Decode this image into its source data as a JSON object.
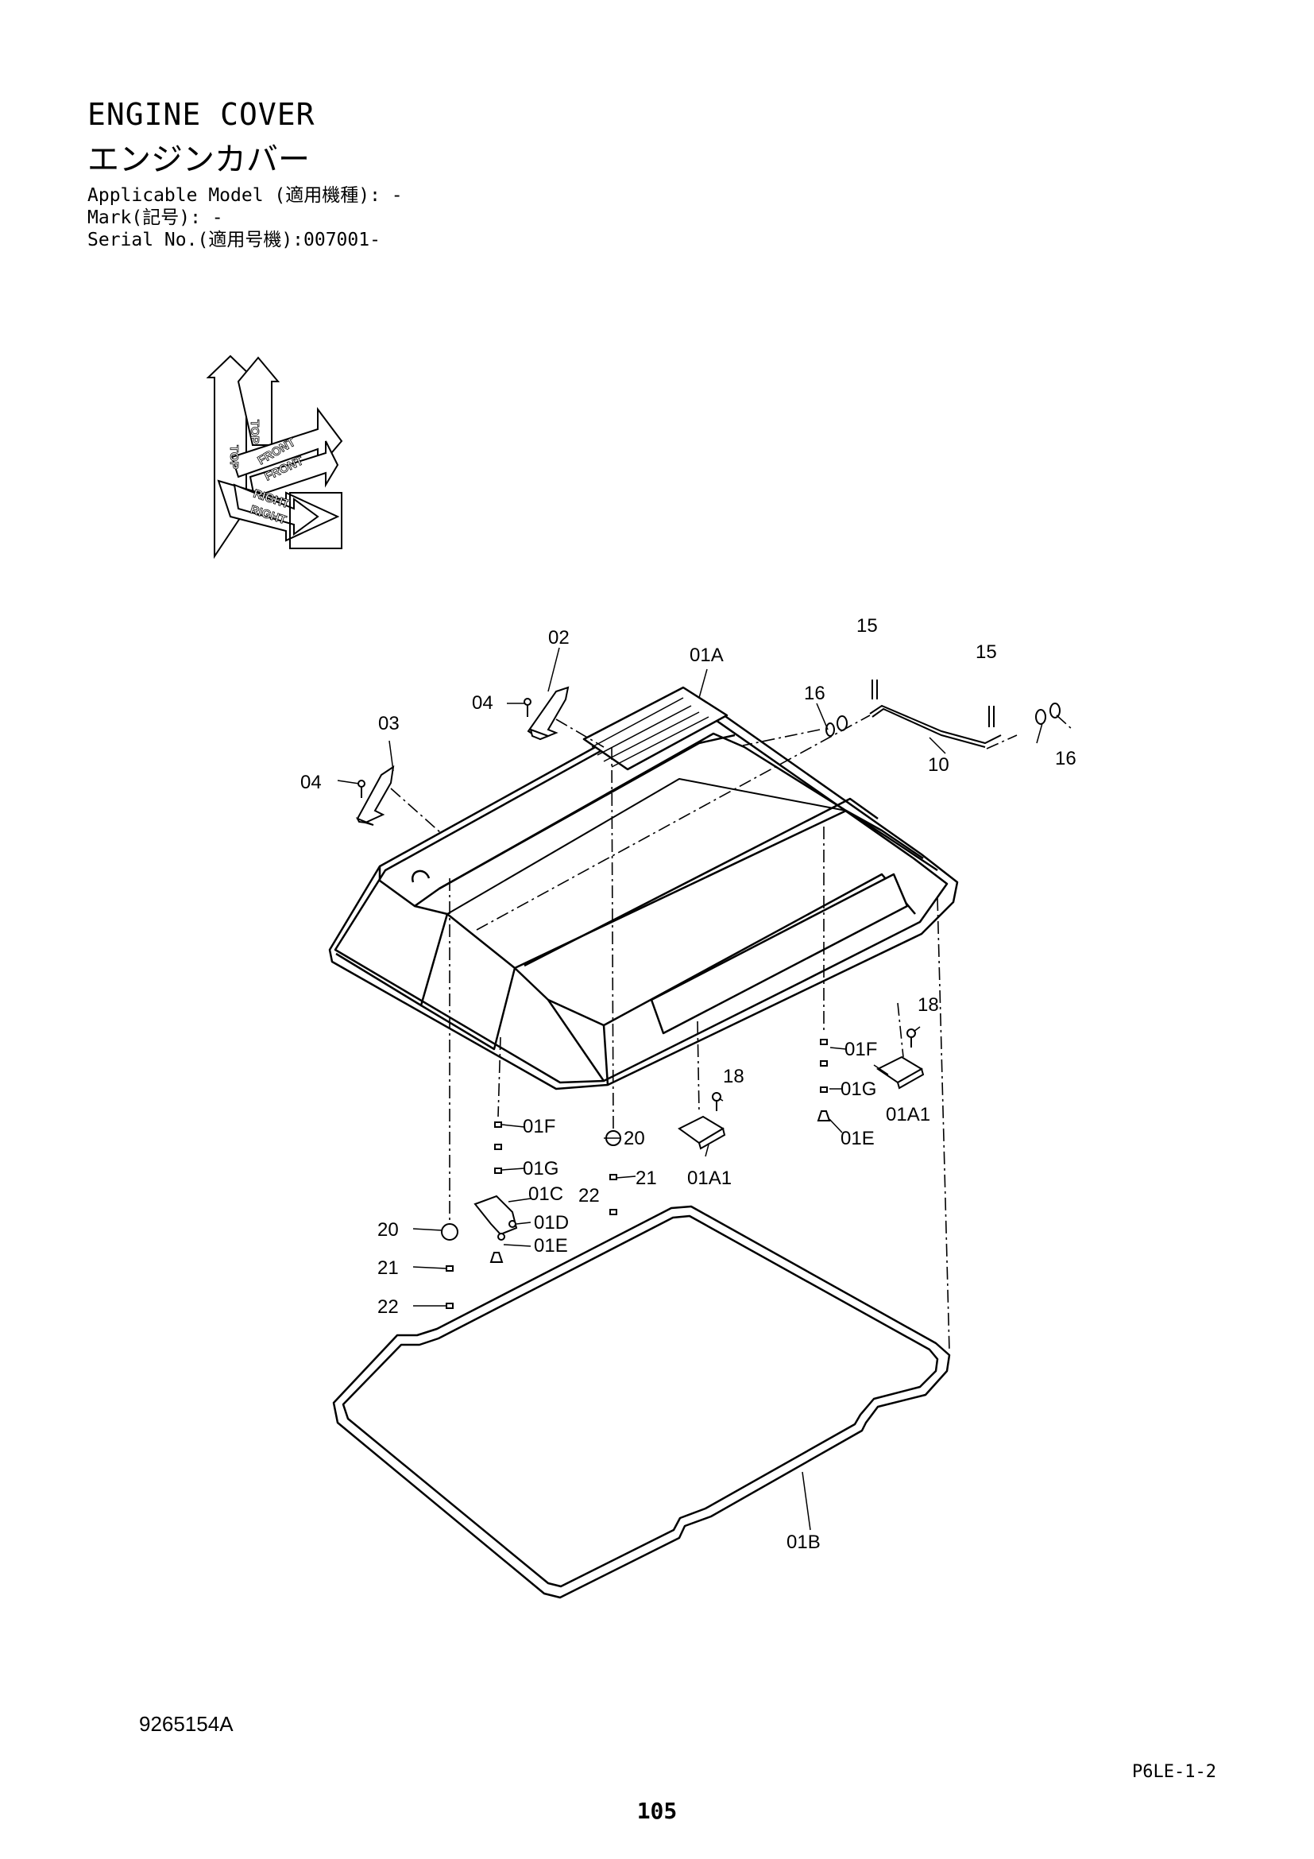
{
  "header": {
    "title_en": "ENGINE COVER",
    "title_jp": "エンジンカバー",
    "applicable_model": "Applicable Model (適用機種): -",
    "mark": "Mark(記号): -",
    "serial_no": "Serial No.(適用号機):007001-"
  },
  "orientation": {
    "top_label": "TOP",
    "front_label": "FRONT",
    "right_label": "RIGHT"
  },
  "callouts": {
    "c02": "02",
    "c01A": "01A",
    "c15a": "15",
    "c15b": "15",
    "c16a": "16",
    "c16b": "16",
    "c04a": "04",
    "c03": "03",
    "c04b": "04",
    "c10": "10",
    "c18a": "18",
    "c01F_r": "01F",
    "c01G_r": "01G",
    "c01A1_r": "01A1",
    "c01E_r": "01E",
    "c18b": "18",
    "c01F_l": "01F",
    "c20_c": "20",
    "c01G_l": "01G",
    "c21_c": "21",
    "c01A1_c": "01A1",
    "c01C": "01C",
    "c22_c": "22",
    "c20_l": "20",
    "c01D": "01D",
    "c01E_l": "01E",
    "c21_l": "21",
    "c22_l": "22",
    "c01B": "01B"
  },
  "footer": {
    "drawing_number": "9265154A",
    "page_code": "P6LE-1-2",
    "page_number": "105"
  }
}
